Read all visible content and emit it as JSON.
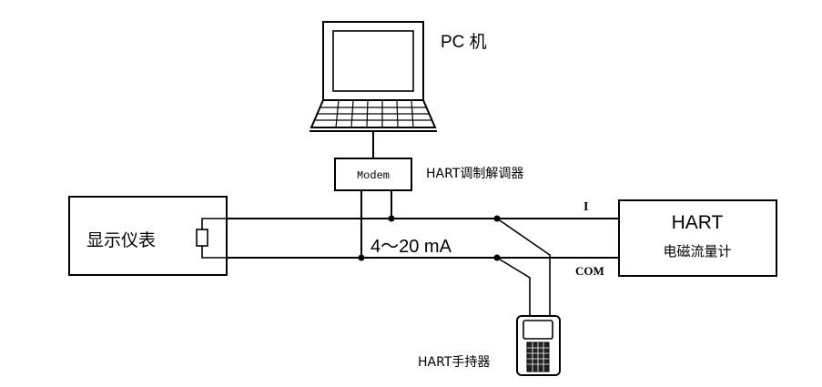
{
  "labels": {
    "pc": "PC 机",
    "modem_box": "Modem",
    "modem_desc": "HART调制解调器",
    "display_box": "显示仪表",
    "current_loop": "4～20 mA",
    "terminal_i": "I",
    "terminal_com": "COM",
    "flowmeter_title": "HART",
    "flowmeter_desc": "电磁流量计",
    "handheld": "HART手持器"
  },
  "colors": {
    "line": "#000000",
    "background": "#ffffff"
  }
}
